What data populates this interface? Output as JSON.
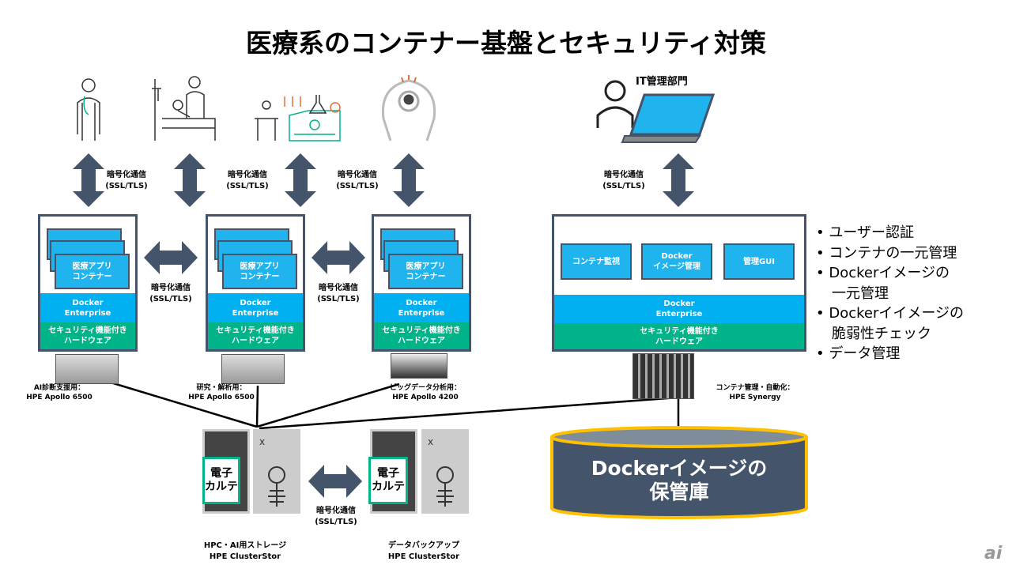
{
  "title": "医療系のコンテナー基盤とセキュリティ対策",
  "it_dept": "IT管理部門",
  "encrypted": {
    "line1": "暗号化通信",
    "line2": "(SSL/TLS)"
  },
  "container_label": {
    "line1": "医療アプリ",
    "line2": "コンテナー"
  },
  "docker": {
    "line1": "Docker",
    "line2": "Enterprise"
  },
  "hardware": {
    "line1": "セキュリティ機能付き",
    "line2": "ハードウェア"
  },
  "servers": [
    {
      "line1": "AI診断支援用：",
      "line2": "HPE Apollo 6500"
    },
    {
      "line1": "研究・解析用：",
      "line2": "HPE Apollo 6500"
    },
    {
      "line1": "ビッグデータ分析用：",
      "line2": "HPE Apollo 4200"
    },
    {
      "line1": "コンテナ管理・自動化：",
      "line2": "HPE Synergy"
    }
  ],
  "mgmt_modules": [
    "コンテナ監視",
    "Docker",
    "イメージ管理",
    "管理GUI"
  ],
  "storage": [
    {
      "line1": "HPC・AI用ストレージ",
      "line2": "HPE ClusterStor"
    },
    {
      "line1": "データバックアップ",
      "line2": "HPE ClusterStor"
    }
  ],
  "record": {
    "line1": "電子",
    "line2": "カルテ"
  },
  "repository": {
    "line1": "Dockerイメージの",
    "line2": "保管庫"
  },
  "bullets": [
    "ユーザー認証",
    "コンテナの一元管理",
    "Dockerイメージの",
    "一元管理",
    "Dockerイイメージの",
    "脆弱性チェック",
    "データ管理"
  ],
  "logo": "ai",
  "colors": {
    "slate": "#44546A",
    "blue": "#00B0F0",
    "green": "#00B388",
    "gold": "#FFC000"
  }
}
